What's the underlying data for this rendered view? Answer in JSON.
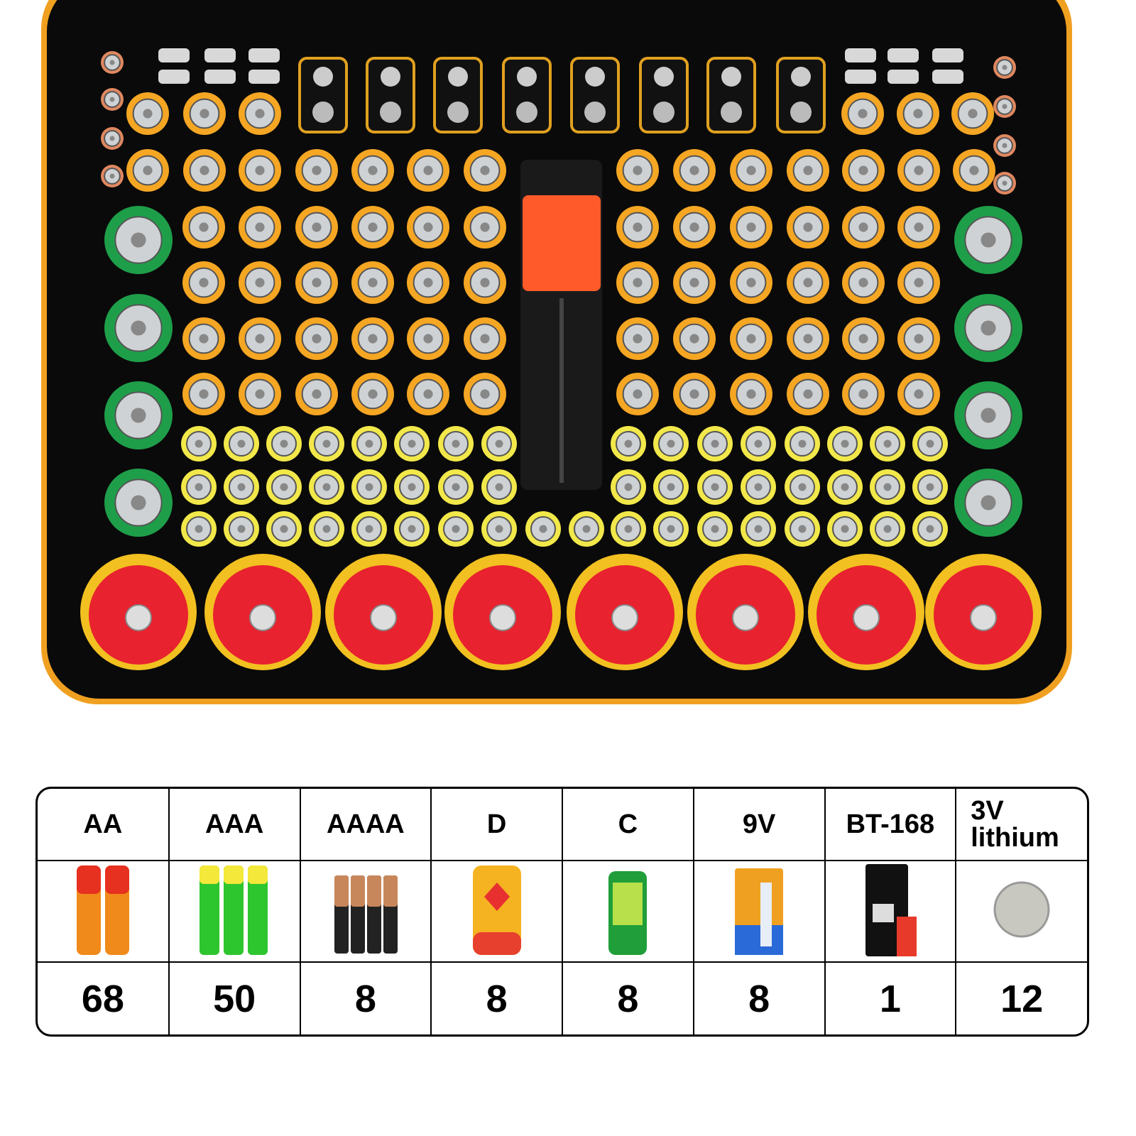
{
  "case": {
    "colors": {
      "shell": "#0a0a0a",
      "zipper": "#f0a020",
      "aa": "#f5a623",
      "aaa": "#f2e84a",
      "c": "#1f9e4a",
      "d": "#e8222e",
      "tester": "#ff5a2a"
    }
  },
  "table": {
    "columns": [
      {
        "label": "AA",
        "count": "68",
        "icon": "aa-battery-icon"
      },
      {
        "label": "AAA",
        "count": "50",
        "icon": "aaa-battery-icon"
      },
      {
        "label": "AAAA",
        "count": "8",
        "icon": "aaaa-battery-icon"
      },
      {
        "label": "D",
        "count": "8",
        "icon": "d-battery-icon"
      },
      {
        "label": "C",
        "count": "8",
        "icon": "c-battery-icon"
      },
      {
        "label": "9V",
        "count": "8",
        "icon": "9v-battery-icon"
      },
      {
        "label": "BT-168",
        "count": "1",
        "icon": "battery-tester-icon"
      },
      {
        "label": "3V lithium",
        "count": "12",
        "icon": "coin-cell-icon"
      }
    ]
  }
}
